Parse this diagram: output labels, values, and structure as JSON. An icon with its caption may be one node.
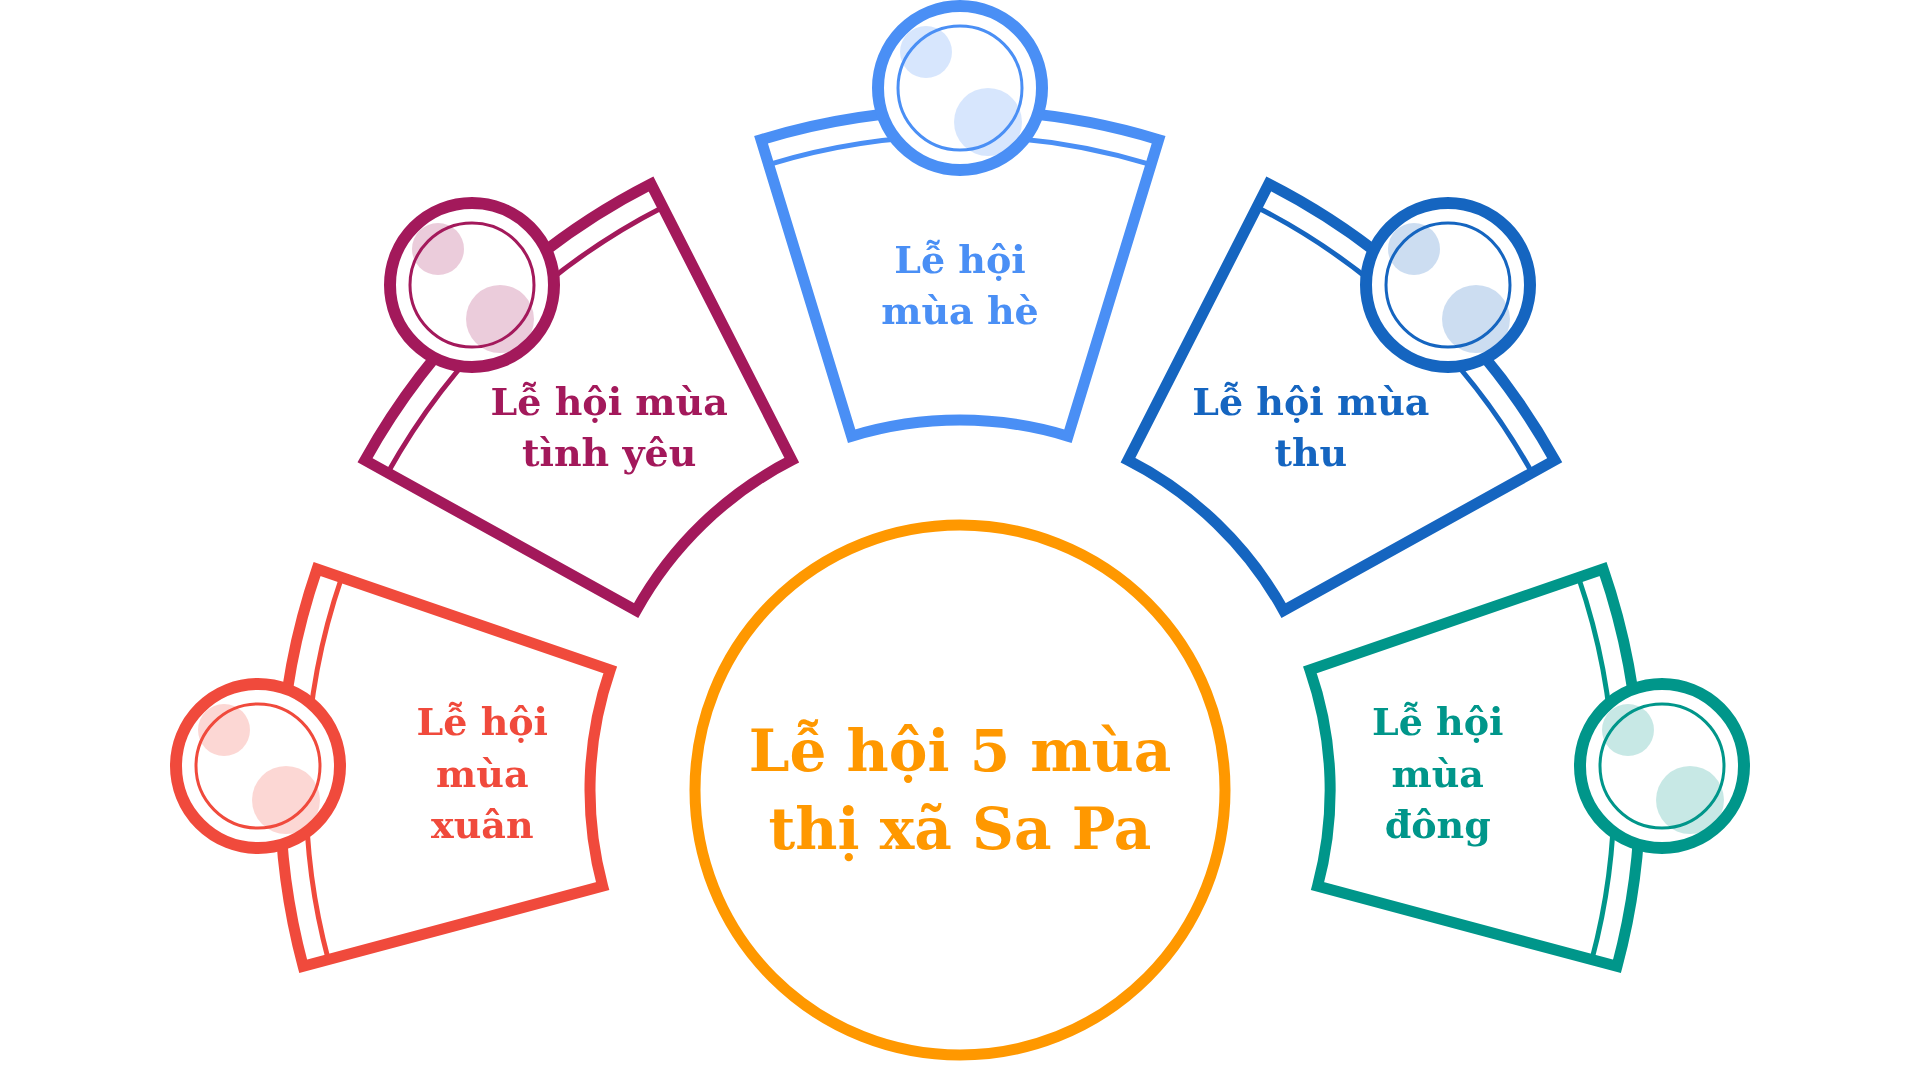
{
  "diagram": {
    "nodes": [
      {
        "text": [
          "Lễ hội 5 mùa thị xã Sa Pa"
        ]
      },
      {
        "text": [
          "Lễ hội mùa xuân"
        ]
      },
      {
        "text": [],
        "shape": "circle"
      },
      {
        "text": [
          "Lễ hội mùa tình yêu"
        ]
      },
      {
        "text": [],
        "shape": "circle"
      },
      {
        "text": [
          "Lễ hội mùa hè"
        ]
      },
      {
        "text": [],
        "shape": "circle"
      },
      {
        "text": [
          "Lễ hội mùa thu"
        ]
      },
      {
        "text": [],
        "shape": "circle"
      },
      {
        "text": [
          "Lễ hội mùa đông"
        ]
      },
      {
        "text": [],
        "shape": "circle"
      }
    ]
  }
}
